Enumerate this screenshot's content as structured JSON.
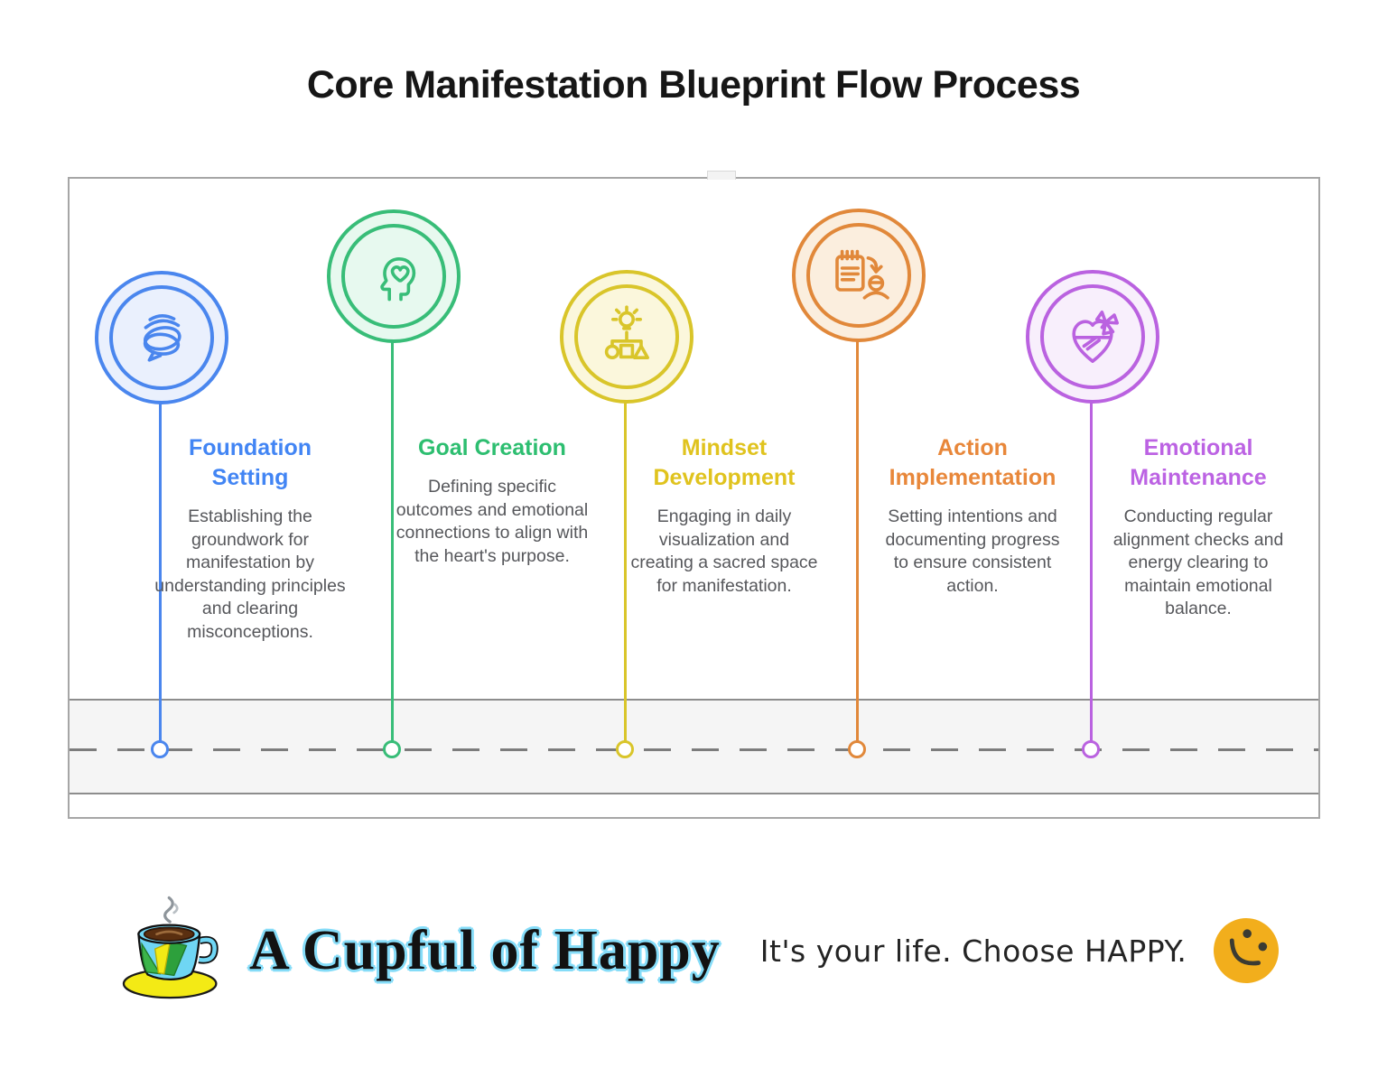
{
  "page": {
    "title": "Core Manifestation Blueprint Flow Process"
  },
  "steps": [
    {
      "title": "Foundation Setting",
      "description": "Establishing the groundwork for manifestation by understanding principles and clearing misconceptions.",
      "accent": "#4a86ee",
      "fill": "#eaf0fd",
      "title_color": "#4285f4",
      "icon": "chat-bubbles-icon"
    },
    {
      "title": "Goal Creation",
      "description": "Defining specific outcomes and emotional connections to align with the heart's purpose.",
      "accent": "#38bd78",
      "fill": "#e7f9ef",
      "title_color": "#2dbe70",
      "icon": "head-heart-icon"
    },
    {
      "title": "Mindset Development",
      "description": "Engaging in daily visualization and creating a sacred space for manifestation.",
      "accent": "#d9c52a",
      "fill": "#fbf7dc",
      "title_color": "#e0c31e",
      "icon": "idea-shapes-icon"
    },
    {
      "title": "Action Implementation",
      "description": "Setting intentions and documenting progress to ensure consistent action.",
      "accent": "#e1883a",
      "fill": "#fbeede",
      "title_color": "#e8873a",
      "icon": "task-assignment-icon"
    },
    {
      "title": "Emotional Maintenance",
      "description": "Conducting regular alignment checks and energy clearing to maintain emotional balance.",
      "accent": "#ba62e0",
      "fill": "#f8effc",
      "title_color": "#bc63e3",
      "icon": "heart-gift-icon"
    }
  ],
  "diagram": {
    "band_fill": "#f5f5f5",
    "band_border": "#8d8d8d",
    "dash_color": "#7c7c7c",
    "border_color": "#a6a6a6"
  },
  "footer": {
    "brand": "A Cupful of Happy",
    "tagline": "It's your life. Choose HAPPY.",
    "logo": "teacup-logo",
    "smiley_color": "#f2ae1c"
  }
}
